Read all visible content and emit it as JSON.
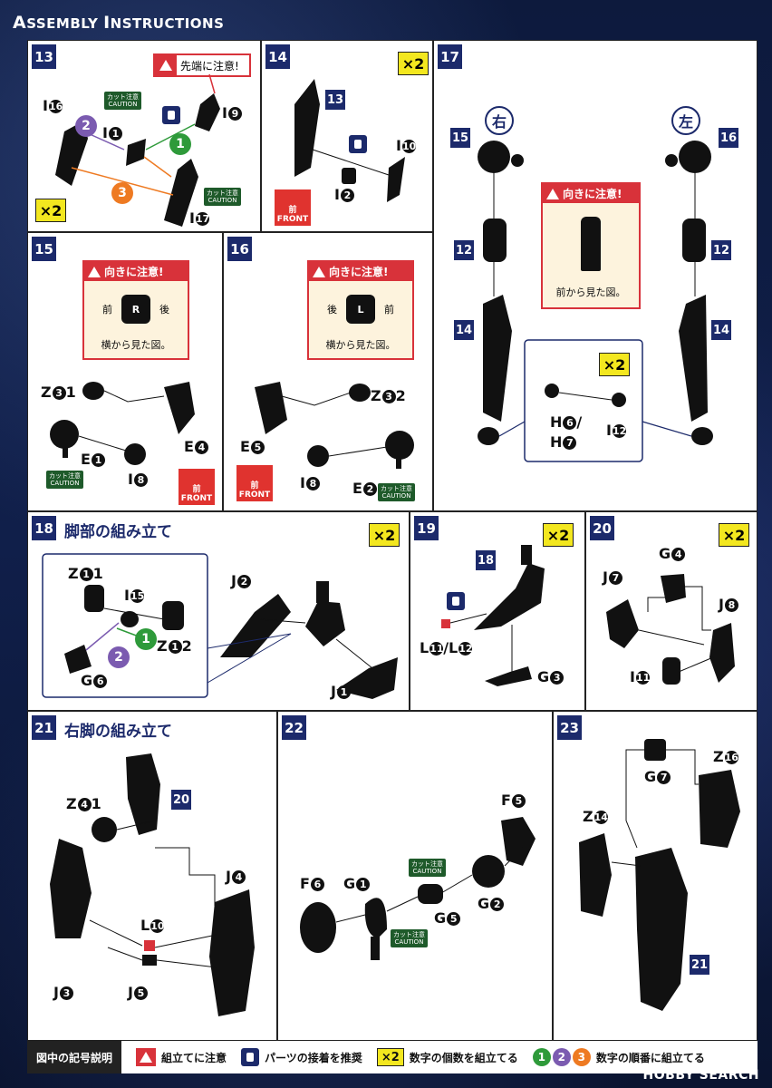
{
  "header": {
    "title_big_a": "A",
    "title_rest1": "SSEMBLY ",
    "title_big_i": "I",
    "title_rest2": "NSTRUCTIONS"
  },
  "common": {
    "x2": "×2",
    "cut_jp": "カット注意",
    "cut_en": "CAUTION",
    "front_jp": "前",
    "front_en": "FRONT"
  },
  "steps": {
    "s13": {
      "num": "13",
      "tip_warn": "先端に注意!",
      "labels": {
        "i16": "I",
        "i16c": "16",
        "i1": "I",
        "i1c": "1",
        "i9": "I",
        "i9c": "9",
        "i17": "I",
        "i17c": "17"
      }
    },
    "s14": {
      "num": "14",
      "part": "13",
      "labels": {
        "i10": "I",
        "i10c": "10",
        "i2": "I",
        "i2c": "2"
      }
    },
    "s15": {
      "num": "15",
      "warn": "向きに注意!",
      "front": "前",
      "back": "後",
      "note": "横から見た図。",
      "r": "R",
      "labels": {
        "z31": "Z",
        "z31c": "3",
        "z31n": "1",
        "e1": "E",
        "e1c": "1",
        "i8": "I",
        "i8c": "8",
        "e4": "E",
        "e4c": "4"
      }
    },
    "s16": {
      "num": "16",
      "warn": "向きに注意!",
      "back": "後",
      "front": "前",
      "note": "横から見た図。",
      "l": "L",
      "labels": {
        "z32": "Z",
        "z32c": "3",
        "z32n": "2",
        "e5": "E",
        "e5c": "5",
        "i8": "I",
        "i8c": "8",
        "e2": "E",
        "e2c": "2"
      }
    },
    "s17": {
      "num": "17",
      "right": "右",
      "left": "左",
      "warn": "向きに注意!",
      "note": "前から見た図。",
      "parts": {
        "p15": "15",
        "p16": "16",
        "p12a": "12",
        "p12b": "12",
        "p14a": "14",
        "p14b": "14"
      },
      "labels": {
        "h6": "H",
        "h6c": "6",
        "slash": "/",
        "h7": "H",
        "h7c": "7",
        "i12": "I",
        "i12c": "12"
      }
    },
    "s18": {
      "num": "18",
      "title": "脚部の組み立て",
      "labels": {
        "z11": "Z",
        "z11c": "1",
        "z11n": "1",
        "i15": "I",
        "i15c": "15",
        "z12": "Z",
        "z12c": "1",
        "z12n": "2",
        "g6": "G",
        "g6c": "6",
        "j2": "J",
        "j2c": "2",
        "j1": "J",
        "j1c": "1"
      }
    },
    "s19": {
      "num": "19",
      "part": "18",
      "labels": {
        "l11": "L",
        "l11c": "11",
        "slash": "/L",
        "l12c": "12",
        "g3": "G",
        "g3c": "3"
      }
    },
    "s20": {
      "num": "20",
      "labels": {
        "g4": "G",
        "g4c": "4",
        "j7": "J",
        "j7c": "7",
        "j8": "J",
        "j8c": "8",
        "i11": "I",
        "i11c": "11"
      }
    },
    "s21": {
      "num": "21",
      "title": "右脚の組み立て",
      "part": "20",
      "labels": {
        "z41": "Z",
        "z41c": "4",
        "z41n": "1",
        "j4": "J",
        "j4c": "4",
        "l10": "L",
        "l10c": "10",
        "j3": "J",
        "j3c": "3",
        "j5": "J",
        "j5c": "5"
      }
    },
    "s22": {
      "num": "22",
      "labels": {
        "f5": "F",
        "f5c": "5",
        "f6": "F",
        "f6c": "6",
        "g1": "G",
        "g1c": "1",
        "g5": "G",
        "g5c": "5",
        "g2": "G",
        "g2c": "2"
      }
    },
    "s23": {
      "num": "23",
      "part": "21",
      "labels": {
        "g7": "G",
        "g7c": "7",
        "z16": "Z",
        "z16c": "16",
        "z14": "Z",
        "z14c": "14"
      }
    }
  },
  "legend": {
    "title": "図中の記号説明",
    "caution": "組立てに注意",
    "glue": "パーツの接着を推奨",
    "x2_sym": "×2",
    "x2_text": "数字の個数を組立てる",
    "order_text": "数字の順番に組立てる",
    "o1": "1",
    "o2": "2",
    "o3": "3"
  },
  "watermark": "HOBBY SEARCH",
  "colors": {
    "navy": "#1c2a6b",
    "red": "#d8323a",
    "yellow": "#f3e71f",
    "green": "#2e9a3a",
    "purple": "#7b5bb0",
    "orange": "#ee7a22"
  }
}
